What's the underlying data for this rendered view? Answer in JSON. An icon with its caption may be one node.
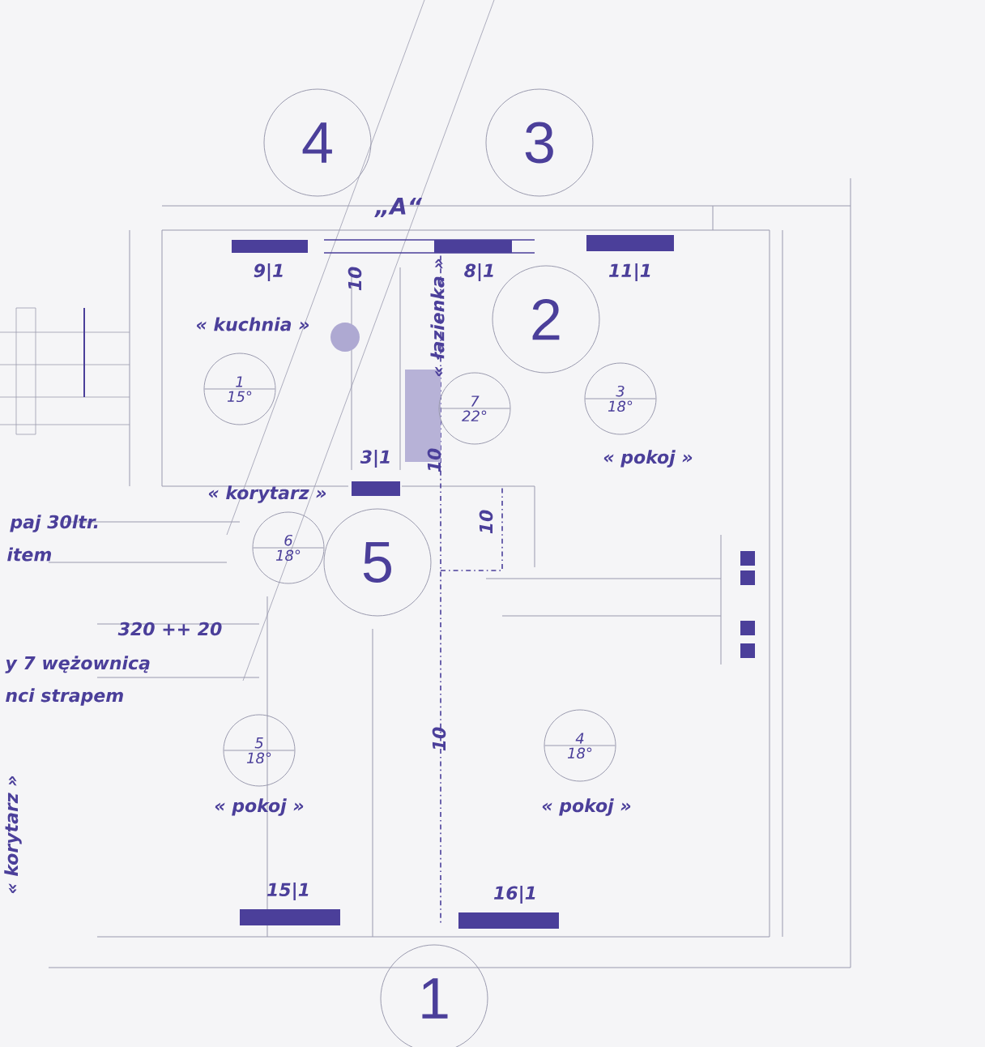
{
  "diagram": {
    "nodes": [
      {
        "text": [
          "4"
        ]
      },
      {
        "text": [
          "3"
        ]
      },
      {
        "text": [
          "2"
        ]
      },
      {
        "text": [
          "5"
        ]
      },
      {
        "text": [
          "1"
        ]
      },
      {
        "text": [
          "1",
          "15°"
        ]
      },
      {
        "text": [
          "7",
          "22°"
        ]
      },
      {
        "text": [
          "3",
          "18°"
        ]
      },
      {
        "text": [
          "6",
          "18°"
        ]
      },
      {
        "text": [
          "5",
          "18°"
        ]
      },
      {
        "text": [
          "4",
          "18°"
        ]
      }
    ],
    "labels": [
      "„A“",
      "9|1",
      "8|1",
      "11|1",
      "10",
      "« kuchnia »",
      "« łazienka »",
      "« pokoj »",
      "10",
      "3|1",
      "« korytarz »",
      "10",
      "paj 30ltr.",
      "item",
      "320 ++ 20",
      "y 7 wężownicą",
      "nci strapem",
      "10",
      "« pokoj »",
      "« pokoj »",
      "« korytarz »",
      "15|1",
      "16|1"
    ]
  }
}
